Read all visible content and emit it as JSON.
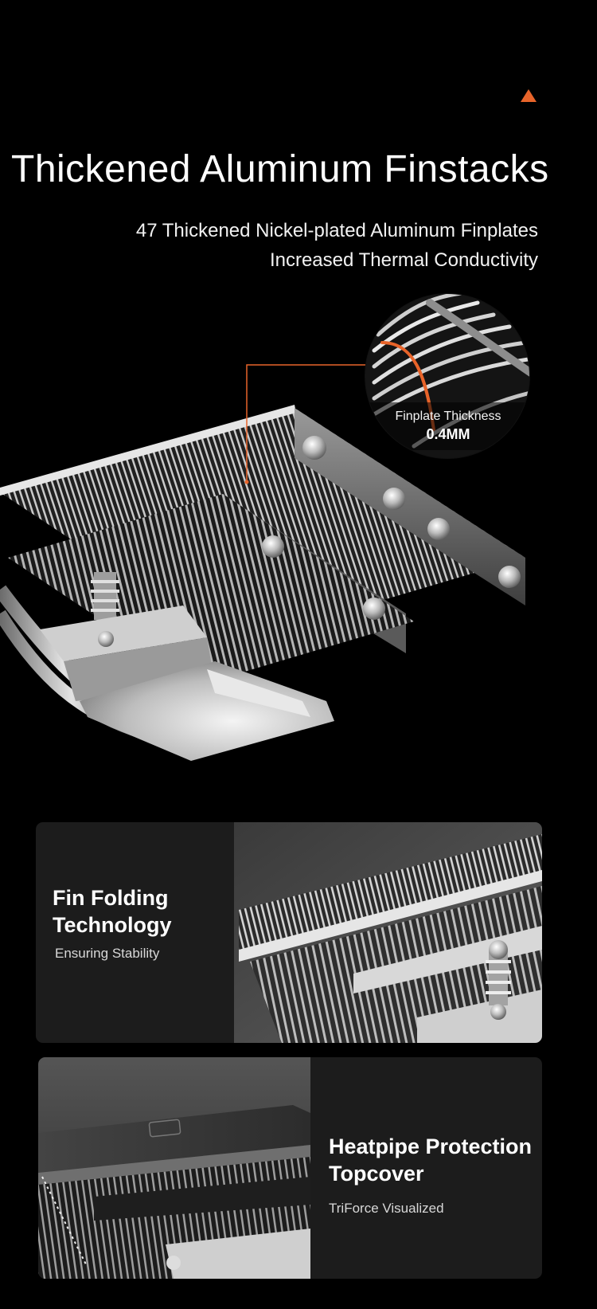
{
  "hero": {
    "title": "Thickened Aluminum Finstacks",
    "subtitle_lines": [
      "47 Thickened Nickel-plated Aluminum Finplates",
      "Increased Thermal Conductivity"
    ],
    "accent_color": "#e8642a",
    "product_image": "cpu-cooler-heatsink-illustration",
    "zoom": {
      "label": "Finplate Thickness",
      "value": "0.4MM"
    }
  },
  "features": [
    {
      "title_lines": [
        "Fin Folding",
        "Technology"
      ],
      "subtitle": "Ensuring Stability",
      "image": "fin-stack-closeup-illustration"
    },
    {
      "title_lines": [
        "Heatpipe Protection",
        "Topcover"
      ],
      "subtitle": "TriForce Visualized",
      "image": "heatsink-topcover-closeup-illustration"
    }
  ]
}
